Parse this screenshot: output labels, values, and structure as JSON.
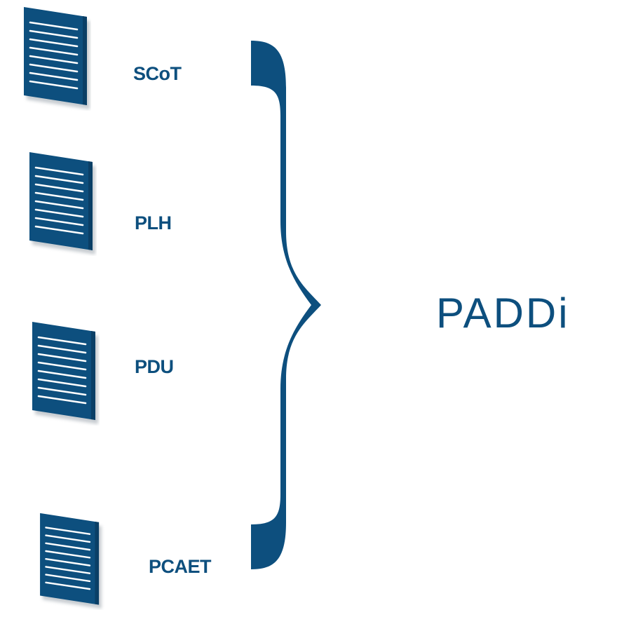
{
  "documents": [
    {
      "label": "SCoT",
      "icon": "document-icon"
    },
    {
      "label": "PLH",
      "icon": "document-icon"
    },
    {
      "label": "PDU",
      "icon": "document-icon"
    },
    {
      "label": "PCAET",
      "icon": "document-icon"
    }
  ],
  "grouping": {
    "icon": "curly-brace-icon"
  },
  "result": {
    "label": "PADDi"
  },
  "colors": {
    "primary": "#0d4f7e",
    "shadow": "#9aa3ab",
    "lines": "#ffffff"
  }
}
